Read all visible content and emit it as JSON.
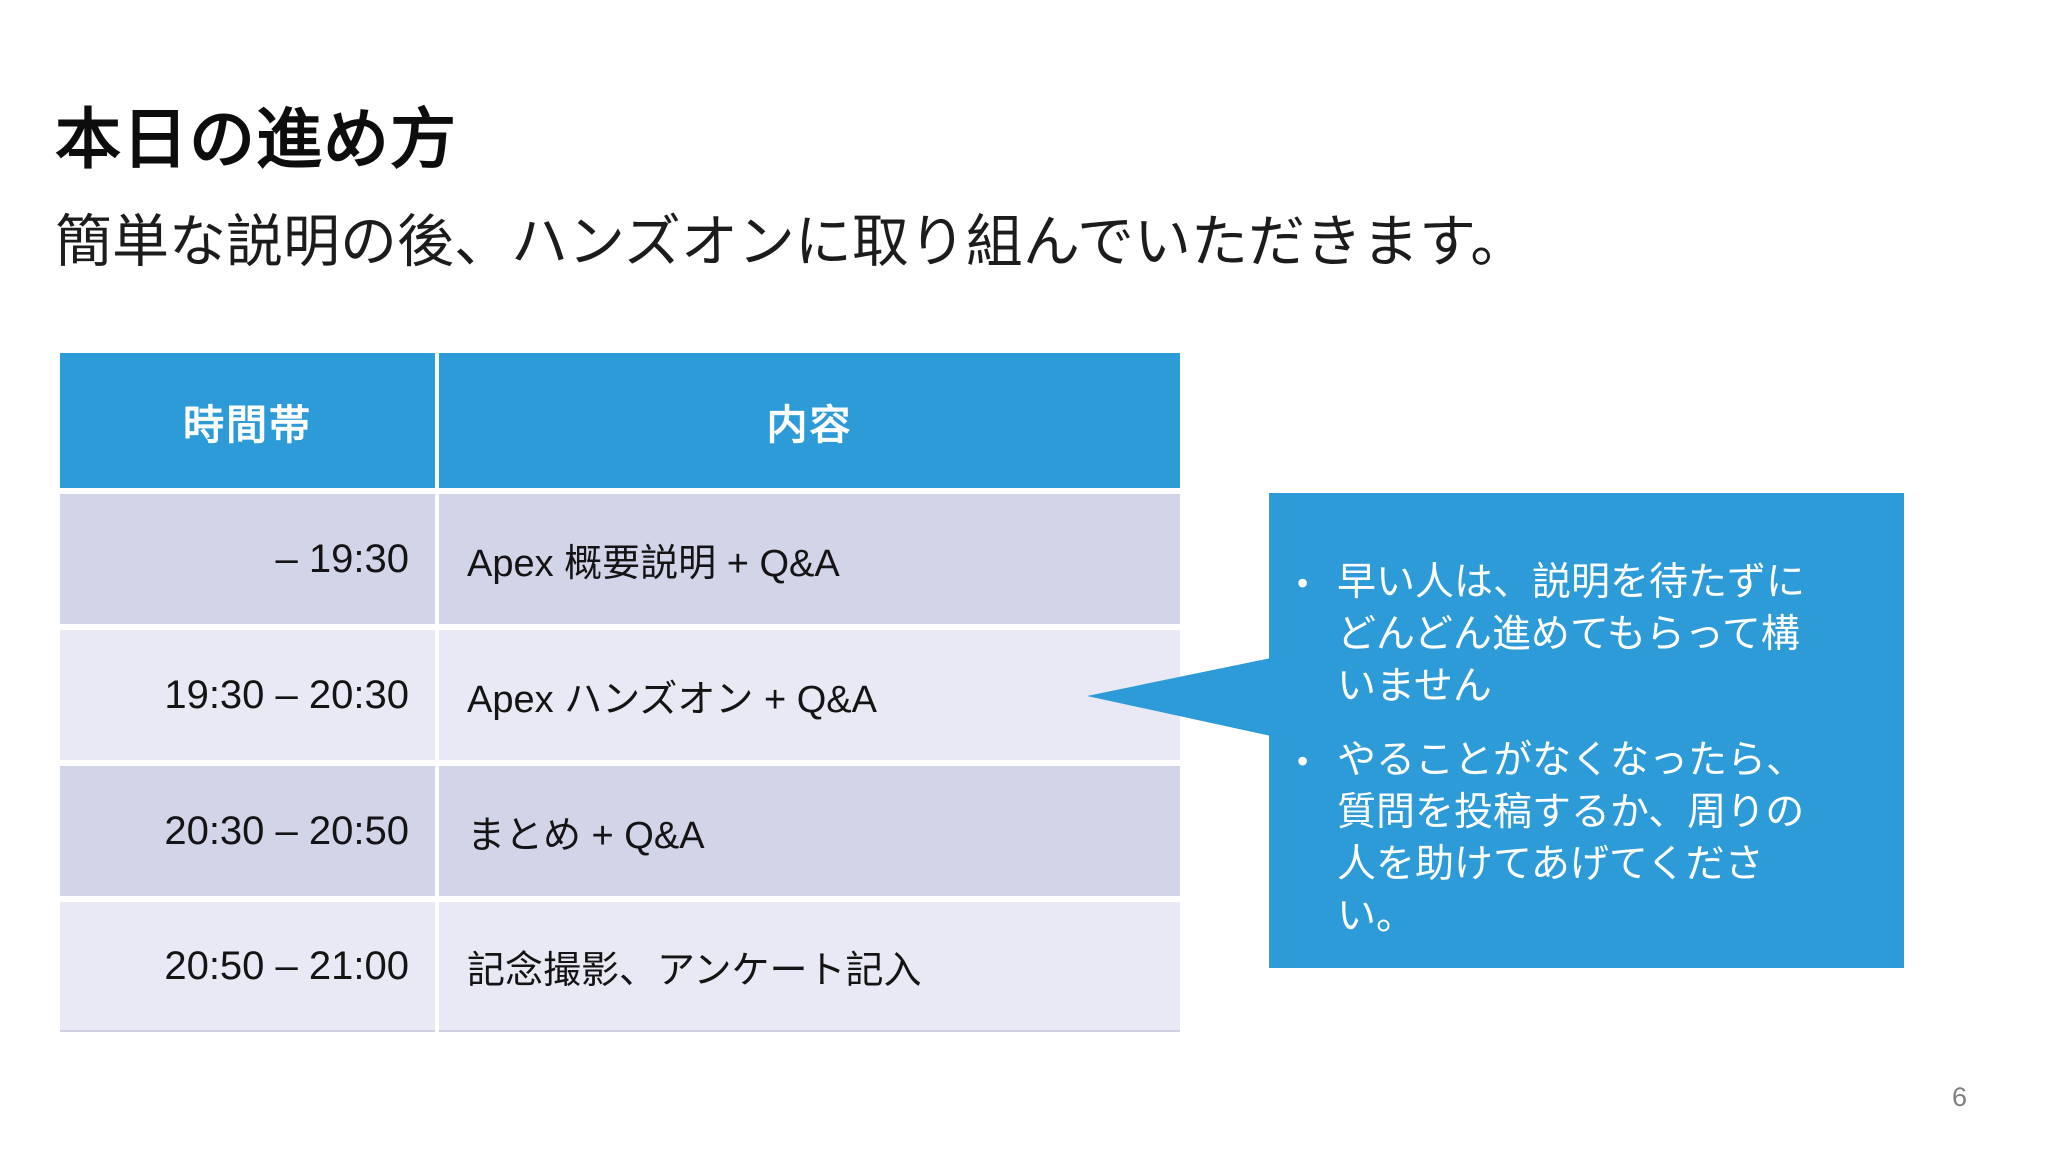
{
  "slide": {
    "title": "本日の進め方",
    "subtitle": "簡単な説明の後、ハンズオンに取り組んでいただきます。",
    "page_number": "6"
  },
  "table": {
    "headers": {
      "time": "時間帯",
      "content": "内容"
    },
    "rows": [
      {
        "time": "– 19:30",
        "content": "Apex 概要説明 + Q&A"
      },
      {
        "time": "19:30 – 20:30",
        "content": "Apex ハンズオン + Q&A"
      },
      {
        "time": "20:30 – 20:50",
        "content": "まとめ + Q&A"
      },
      {
        "time": "20:50 – 21:00",
        "content": "記念撮影、アンケート記入"
      }
    ]
  },
  "callout": {
    "bullets": [
      "早い人は、説明を待たずにどんどん進めてもらって構いません",
      "やることがなくなったら、質問を投稿するか、周りの人を助けてあげてください。"
    ]
  },
  "colors": {
    "accent_blue": "#2E9BD9",
    "row_dark": "#D2D4E7",
    "row_light": "#E8E9F4",
    "text_dark": "#141414",
    "page_number_gray": "#7F7F7F"
  }
}
